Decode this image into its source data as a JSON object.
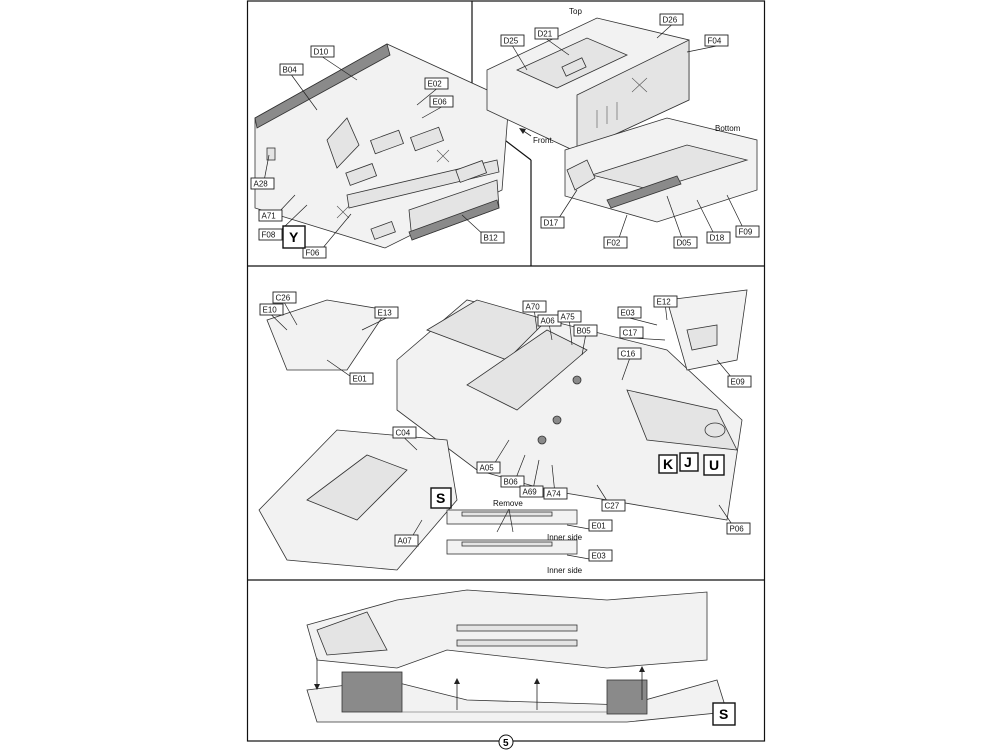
{
  "page": {
    "number": "5"
  },
  "steps": [
    {
      "id": "step-top-left",
      "callouts": [
        "D10",
        "B04",
        "E02",
        "E06",
        "A28",
        "A71",
        "F08",
        "F06",
        "B12"
      ],
      "markers": [
        "Y"
      ]
    },
    {
      "id": "step-top-right",
      "callouts": [
        "D25",
        "D21",
        "D26",
        "F04",
        "D17",
        "F02",
        "D05",
        "D18",
        "F09"
      ],
      "labels": {
        "top": "Top",
        "bottom": "Bottom",
        "front": "Front."
      }
    },
    {
      "id": "step-middle",
      "callouts": [
        "C26",
        "E10",
        "E13",
        "E01",
        "C04",
        "A07",
        "A70",
        "A06",
        "A75",
        "B05",
        "A05",
        "B06",
        "A69",
        "A74",
        "C16",
        "C27",
        "E03",
        "E12",
        "C17",
        "E09",
        "P06",
        "E01",
        "E03"
      ],
      "markers": [
        "S",
        "K",
        "J",
        "U"
      ],
      "labels": {
        "remove": "Remove",
        "inner_side_1": "Inner side",
        "inner_side_2": "Inner side"
      }
    },
    {
      "id": "step-bottom",
      "markers": [
        "S"
      ]
    }
  ]
}
